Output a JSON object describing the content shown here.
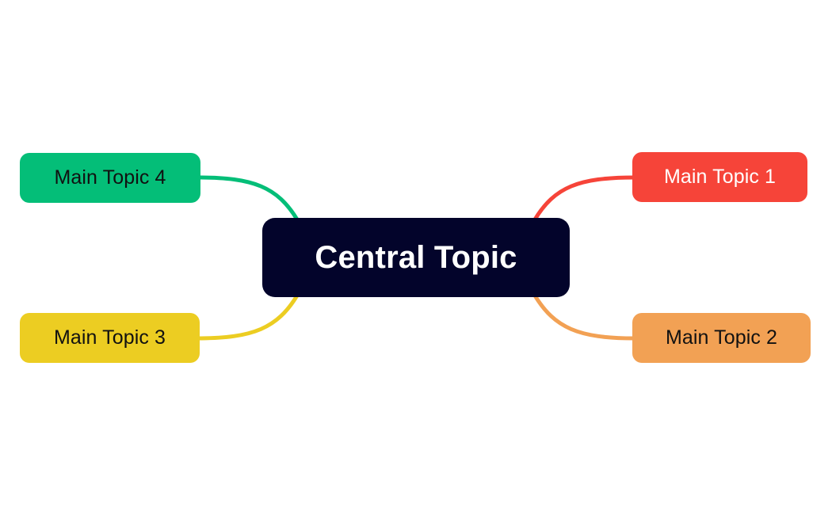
{
  "diagram": {
    "type": "mind-map",
    "background_color": "#ffffff",
    "central": {
      "label": "Central Topic",
      "fill_color": "#03042b",
      "text_color": "#ffffff"
    },
    "branches": [
      {
        "id": "topic-1",
        "label": "Main Topic 1",
        "fill_color": "#f64439",
        "text_color": "#ffffff",
        "side": "right",
        "position": "top"
      },
      {
        "id": "topic-2",
        "label": "Main Topic 2",
        "fill_color": "#f2a154",
        "text_color": "#111111",
        "side": "right",
        "position": "bottom"
      },
      {
        "id": "topic-3",
        "label": "Main Topic 3",
        "fill_color": "#eccd22",
        "text_color": "#111111",
        "side": "left",
        "position": "bottom"
      },
      {
        "id": "topic-4",
        "label": "Main Topic 4",
        "fill_color": "#04be78",
        "text_color": "#111111",
        "side": "left",
        "position": "top"
      }
    ],
    "connectors": [
      {
        "id": "connector-topic-1",
        "color": "#f64439",
        "from": "central",
        "to": "topic-1"
      },
      {
        "id": "connector-topic-2",
        "color": "#f2a154",
        "from": "central",
        "to": "topic-2"
      },
      {
        "id": "connector-topic-3",
        "color": "#eccd22",
        "from": "central",
        "to": "topic-3"
      },
      {
        "id": "connector-topic-4",
        "color": "#04be78",
        "from": "central",
        "to": "topic-4"
      }
    ]
  }
}
